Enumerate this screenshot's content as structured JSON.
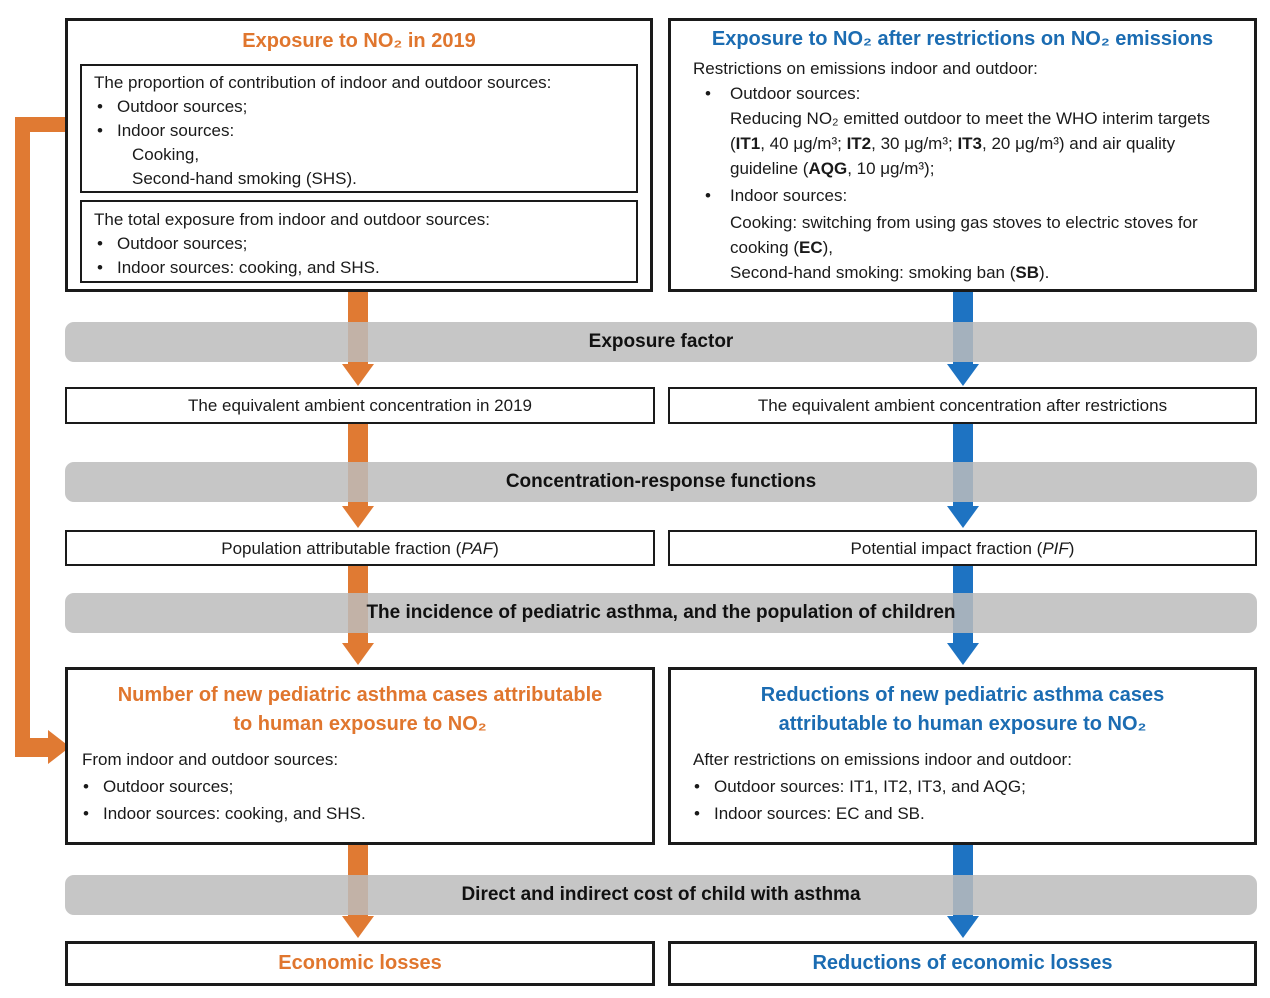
{
  "ui": {
    "bullet": "•"
  },
  "colors": {
    "orange_text": "#E0762E",
    "blue_text": "#1B6CB2",
    "orange_arrow": "#E07A33",
    "blue_arrow": "#1E73C2",
    "bar_gray": "#C8C8C8",
    "border_black": "#1A1A1A"
  },
  "bars": {
    "exposure_factor": "Exposure factor",
    "crf": "Concentration-response functions",
    "incidence": "The incidence of pediatric asthma, and the population of children",
    "cost": "Direct and indirect cost of child with asthma"
  },
  "left": {
    "top_box": {
      "title": "Exposure to NO₂ in 2019",
      "proportion": {
        "heading": "The proportion of contribution of indoor and outdoor sources:",
        "bullet1": "Outdoor sources;",
        "bullet2": "Indoor sources:",
        "bullet2_line2": "Cooking,",
        "bullet2_line3": "Second-hand smoking (SHS)."
      },
      "total": {
        "heading": "The total exposure from indoor and outdoor sources:",
        "bullet1": "Outdoor sources;",
        "bullet2": "Indoor sources: cooking, and SHS."
      }
    },
    "concentration_label": "The equivalent ambient concentration in 2019",
    "fraction_segments": [
      {
        "t": "Population attributable fraction ("
      },
      {
        "t": "PAF",
        "i": true
      },
      {
        "t": ")"
      }
    ],
    "cases_box": {
      "title_line1": "Number of new pediatric asthma cases attributable",
      "title_line2": "to human exposure to NO₂",
      "heading": "From indoor and outdoor sources:",
      "bullet1": "Outdoor sources;",
      "bullet2": "Indoor sources: cooking, and SHS."
    },
    "economic_label": "Economic losses"
  },
  "right": {
    "top_box": {
      "title": "Exposure to NO₂ after restrictions on NO₂ emissions",
      "heading": "Restrictions on emissions indoor and outdoor:",
      "bullet1": "Outdoor sources:",
      "outdoor_detail_segments": [
        {
          "t": "Reducing NO₂ emitted outdoor to meet the WHO interim targets ("
        },
        {
          "t": "IT1",
          "b": true
        },
        {
          "t": ", 40 μg/m³; "
        },
        {
          "t": "IT2",
          "b": true
        },
        {
          "t": ", 30 μg/m³; "
        },
        {
          "t": "IT3",
          "b": true
        },
        {
          "t": ", 20 μg/m³) and air quality guideline ("
        },
        {
          "t": "AQG",
          "b": true
        },
        {
          "t": ", 10 μg/m³);"
        }
      ],
      "bullet2": "Indoor sources:",
      "cooking_segments": [
        {
          "t": "Cooking: switching from using gas stoves to electric stoves for cooking ("
        },
        {
          "t": "EC",
          "b": true
        },
        {
          "t": "),"
        }
      ],
      "shs_segments": [
        {
          "t": "Second-hand smoking: smoking ban ("
        },
        {
          "t": "SB",
          "b": true
        },
        {
          "t": ")."
        }
      ]
    },
    "concentration_label": "The equivalent ambient concentration after restrictions",
    "fraction_segments": [
      {
        "t": "Potential impact fraction ("
      },
      {
        "t": "PIF",
        "i": true
      },
      {
        "t": ")"
      }
    ],
    "cases_box": {
      "title_line1": "Reductions of new pediatric asthma cases",
      "title_line2": "attributable to human exposure to NO₂",
      "heading": "After restrictions on emissions indoor and outdoor:",
      "bullet1": "Outdoor sources: IT1, IT2, IT3, and AQG;",
      "bullet2": "Indoor sources: EC and SB."
    },
    "economic_label": "Reductions of economic losses"
  }
}
